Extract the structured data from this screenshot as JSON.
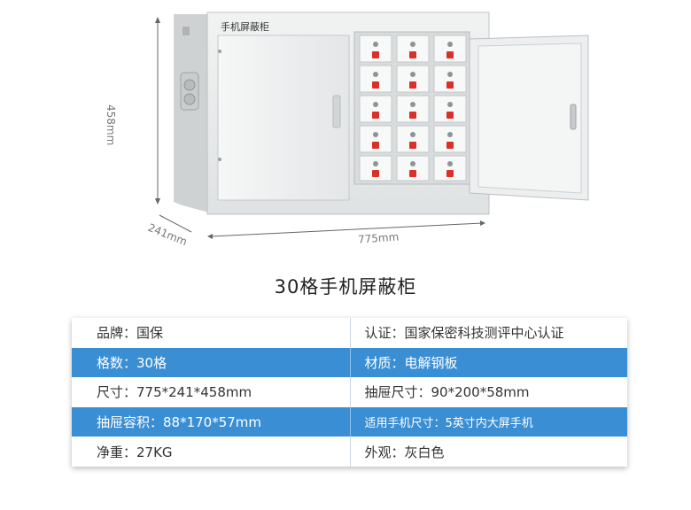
{
  "figure": {
    "cabinet_label": "手机屏蔽柜",
    "dim_height": "458mm",
    "dim_depth": "241mm",
    "dim_width": "775mm"
  },
  "title": "30格手机屏蔽柜",
  "specs": [
    {
      "left": "品牌：国保",
      "right": "认证：国家保密科技测评中心认证"
    },
    {
      "left": "格数：30格",
      "right": "材质：电解钢板"
    },
    {
      "left": "尺寸：775*241*458mm",
      "right": "抽屉尺寸：90*200*58mm"
    },
    {
      "left": "抽屉容积：88*170*57mm",
      "right": "适用手机尺寸：5英寸内大屏手机"
    },
    {
      "left": "净重：27KG",
      "right": "外观：灰白色"
    }
  ]
}
